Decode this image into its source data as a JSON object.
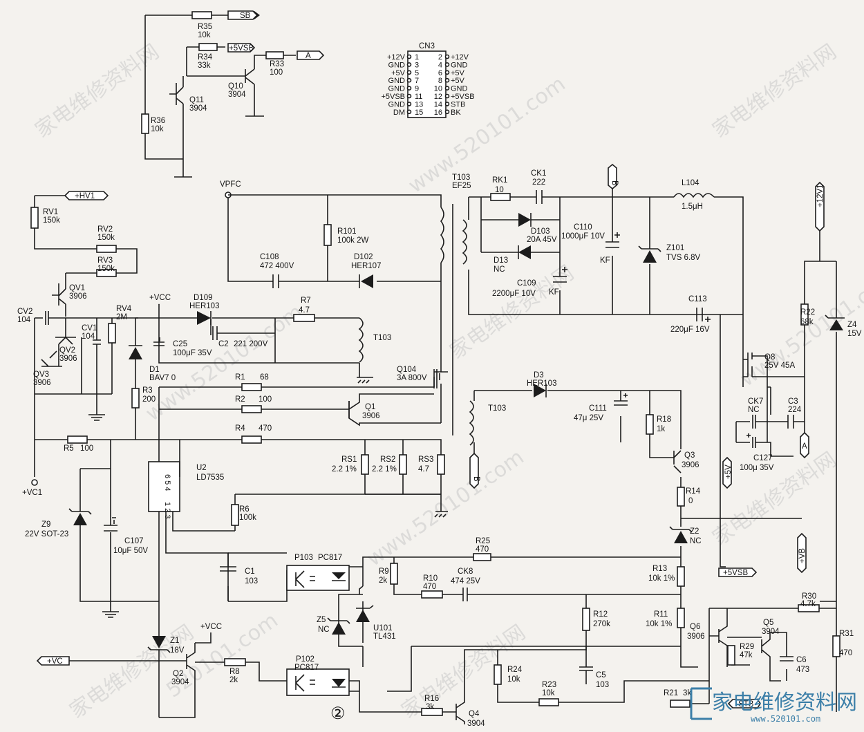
{
  "connectors": {
    "sb": "SB",
    "5vsb": "+5VSB",
    "a": "A",
    "hv1": "+HV1",
    "vc": "+VC",
    "b": "B",
    "12v1": "+12V1",
    "5v": "+5V",
    "vb": "+VB",
    "stb": "STB",
    "vc1": "+VC1",
    "vpfc": "VPFC",
    "vcc": "+VCC"
  },
  "cn3": {
    "name": "CN3",
    "left": [
      {
        "label": "+12V",
        "pin": "1"
      },
      {
        "label": "GND",
        "pin": "3"
      },
      {
        "label": "+5V",
        "pin": "5"
      },
      {
        "label": "GND",
        "pin": "7"
      },
      {
        "label": "GND",
        "pin": "9"
      },
      {
        "label": "+5VSB",
        "pin": "11"
      },
      {
        "label": "GND",
        "pin": "13"
      },
      {
        "label": "DM",
        "pin": "15"
      }
    ],
    "right": [
      {
        "pin": "2",
        "label": "+12V"
      },
      {
        "pin": "4",
        "label": "GND"
      },
      {
        "pin": "6",
        "label": "+5V"
      },
      {
        "pin": "8",
        "label": "+5V"
      },
      {
        "pin": "10",
        "label": "GND"
      },
      {
        "pin": "12",
        "label": "+5VSB"
      },
      {
        "pin": "14",
        "label": "STB"
      },
      {
        "pin": "16",
        "label": "BK"
      }
    ]
  },
  "parts": {
    "r35": [
      "R35",
      "10k"
    ],
    "r34": [
      "R34",
      "33k"
    ],
    "r33": [
      "R33",
      "100"
    ],
    "q10": [
      "Q10",
      "3904"
    ],
    "q11": [
      "Q11",
      "3904"
    ],
    "r36": [
      "R36",
      "10k"
    ],
    "rv1": [
      "RV1",
      "150k"
    ],
    "rv2": [
      "RV2",
      "150k"
    ],
    "rv3": [
      "RV3",
      "150k"
    ],
    "qv1": [
      "QV1",
      "3906"
    ],
    "qv2": [
      "QV2",
      "3906"
    ],
    "qv3": [
      "QV3",
      "3906"
    ],
    "cv2": [
      "CV2",
      "104"
    ],
    "cv1": [
      "CV1",
      "104"
    ],
    "rv4": [
      "RV4",
      "2M"
    ],
    "r101": [
      "R101",
      "100k 2W"
    ],
    "c108": [
      "C108",
      "472 400V"
    ],
    "d102": [
      "D102",
      "HER107"
    ],
    "t103": [
      "T103",
      "EF25"
    ],
    "rk1": [
      "RK1",
      "10"
    ],
    "ck1": [
      "CK1",
      "222"
    ],
    "d103": [
      "D103",
      "20A 45V"
    ],
    "d13": [
      "D13",
      "NC"
    ],
    "c110": [
      "C110",
      "1000μF 10V"
    ],
    "c109": [
      "C109",
      "2200μF 10V"
    ],
    "l104": [
      "L104",
      "1.5μH"
    ],
    "z101": [
      "Z101",
      "TVS  6.8V"
    ],
    "c113": [
      "C113",
      "220μF 16V"
    ],
    "r22": [
      "R22",
      "68k"
    ],
    "z4": [
      "Z4",
      "15V"
    ],
    "q8": [
      "Q8",
      "25V 45A"
    ],
    "ck7": [
      "CK7",
      "NC"
    ],
    "c3": [
      "C3",
      "224"
    ],
    "c127": [
      "C127",
      "100μ 35V"
    ],
    "d109": [
      "D109",
      "HER103"
    ],
    "r7": [
      "R7",
      "4.7"
    ],
    "c2": [
      "C2",
      "221 200V"
    ],
    "c25": [
      "C25",
      "100μF 35V"
    ],
    "t103b": [
      "T103",
      ""
    ],
    "d1": [
      "D1",
      "BAV7 0"
    ],
    "r1": [
      "R1",
      "68"
    ],
    "r2": [
      "R2",
      "100"
    ],
    "r3": [
      "R3",
      "200"
    ],
    "q1": [
      "Q1",
      "3906"
    ],
    "q104": [
      "Q104",
      "3A 800V"
    ],
    "r4": [
      "R4",
      "470"
    ],
    "r5": [
      "R5",
      "100"
    ],
    "rs1": [
      "RS1",
      "2.2 1%"
    ],
    "rs2": [
      "RS2",
      "2.2 1%"
    ],
    "rs3": [
      "RS3",
      "4.7"
    ],
    "u2": [
      "U2",
      "LD7535"
    ],
    "r6": [
      "R6",
      "100k"
    ],
    "z9": [
      "Z9",
      "22V SOT-23"
    ],
    "c107": [
      "C107",
      "10μF 50V"
    ],
    "d3": [
      "D3",
      "HER103"
    ],
    "t103c": [
      "T103",
      ""
    ],
    "c111": [
      "C111",
      "47μ  25V"
    ],
    "r18": [
      "R18",
      "1k"
    ],
    "q3": [
      "Q3",
      "3906"
    ],
    "r14": [
      "R14",
      "0"
    ],
    "z2": [
      "Z2",
      "NC"
    ],
    "r25": [
      "R25",
      "470"
    ],
    "c1": [
      "C1",
      "103"
    ],
    "p103": [
      "P103",
      "PC817"
    ],
    "r9": [
      "R9",
      "2k"
    ],
    "r10": [
      "R10",
      "470"
    ],
    "ck8": [
      "CK8",
      "474  25V"
    ],
    "r13": [
      "R13",
      "10k 1%"
    ],
    "z5": [
      "Z5",
      "NC"
    ],
    "u101": [
      "U101",
      "TL431"
    ],
    "r12": [
      "R12",
      "270k"
    ],
    "r11": [
      "R11",
      "10k 1%"
    ],
    "r30": [
      "R30",
      "4.7k"
    ],
    "q6": [
      "Q6",
      "3906"
    ],
    "q5": [
      "Q5",
      "3904"
    ],
    "r29": [
      "R29",
      "47k"
    ],
    "c6": [
      "C6",
      "473"
    ],
    "r31": [
      "R31",
      "470"
    ],
    "z1": [
      "Z1",
      "18V"
    ],
    "q2": [
      "Q2",
      "3904"
    ],
    "r8": [
      "R8",
      "2k"
    ],
    "p102": [
      "P102",
      "PC817"
    ],
    "r16": [
      "R16",
      "3k"
    ],
    "q4": [
      "Q4",
      "3904"
    ],
    "r24": [
      "R24",
      "10k"
    ],
    "r23": [
      "R23",
      "10k"
    ],
    "c5": [
      "C5",
      "103"
    ],
    "r21": [
      "R21",
      "3k"
    ]
  },
  "marks": {
    "kf1": "KF",
    "kf2": "KF",
    "u2pins_left": "6 5 4",
    "u2pins_bottom": "1 2 3",
    "page_number": "②"
  },
  "watermarks": {
    "site_cn": "家电维修资料网",
    "url": "www.520101.com",
    "domain": "520101.com"
  },
  "brand": {
    "name": "家电维修资料网",
    "url": "www.520101.com"
  }
}
